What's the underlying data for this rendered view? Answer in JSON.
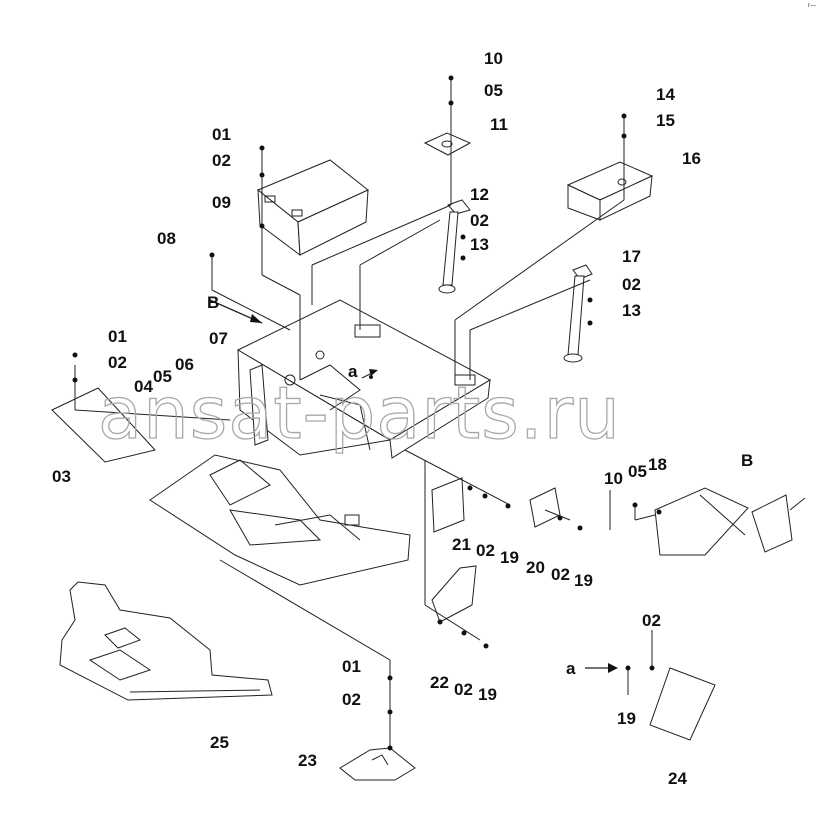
{
  "watermark": "ansat-parts.ru",
  "corner_mark": "r—",
  "view_labels": {
    "view_b": "B",
    "arrow_a_left": "a",
    "arrow_a_mid": "a"
  },
  "part_labels": {
    "p10_top": "10",
    "p05_top": "05",
    "p11": "11",
    "p14": "14",
    "p15": "15",
    "p16": "16",
    "p01_a": "01",
    "p02_a": "02",
    "p09": "09",
    "p12": "12",
    "p02_b": "02",
    "p13_a": "13",
    "p08": "08",
    "p17": "17",
    "p02_c": "02",
    "p13_b": "13",
    "p_b": "B",
    "p07": "07",
    "p01_b": "01",
    "p02_d": "02",
    "p04": "04",
    "p05_b": "05",
    "p06": "06",
    "p03": "03",
    "p10_b": "10",
    "p05_c": "05",
    "p18": "18",
    "p21": "21",
    "p02_e": "02",
    "p19_a": "19",
    "p20": "20",
    "p02_f": "02",
    "p19_b": "19",
    "p22": "22",
    "p02_g": "02",
    "p19_c": "19",
    "p01_c": "01",
    "p02_h": "02",
    "p25": "25",
    "p23": "23",
    "p02_i": "02",
    "p19_d": "19",
    "p24": "24"
  }
}
